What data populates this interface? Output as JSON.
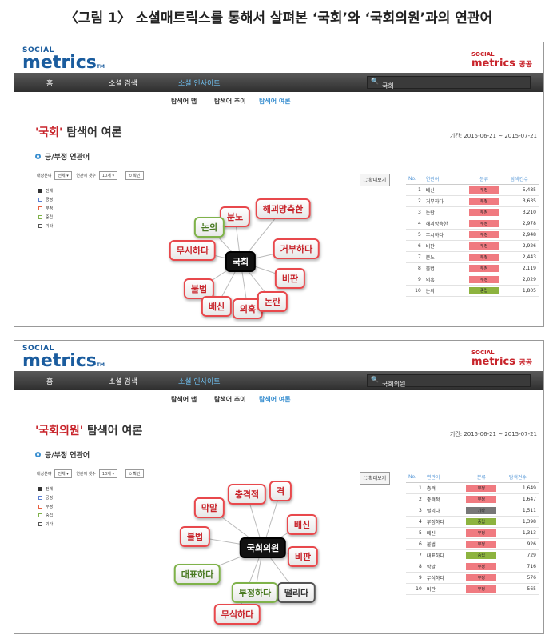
{
  "caption": "〈그림 1〉 소셜매트릭스를 통해서 살펴본 ‘국회’와 ‘국회의원’과의 연관어",
  "colors": {
    "negative": "#f07a80",
    "neutral": "#8db33f",
    "other": "#777777",
    "accent": "#3a8fd0"
  },
  "common": {
    "logo_small": "SOCIAL",
    "logo_big": "metrics",
    "logo_tm": "TM",
    "right_logo": "metrics",
    "right_suffix": "공공",
    "nav": [
      "홈",
      "소셜 검색",
      "소셜 인사이트"
    ],
    "subnav": [
      "탐색어 맵",
      "탐색어 추이",
      "탐색어 여론"
    ],
    "section": "긍/부정 연관어",
    "ctl_label1": "대상분야",
    "ctl_val1": "전체",
    "ctl_label2": "연관어 갯수",
    "ctl_val2": "10개",
    "confirm": "확인",
    "legend": [
      "전체",
      "긍정",
      "부정",
      "중립",
      "기타"
    ],
    "expand": "확대보기",
    "headers": [
      "No.",
      "연관어",
      "분류",
      "탐색건수"
    ],
    "title_suffix": " 탐색어 여론",
    "period": "기간: 2015-06-21 ~ 2015-07-21"
  },
  "panels": [
    {
      "search": "국회",
      "keyword": "'국회'",
      "center": "국회",
      "nodes": [
        "분노",
        "해괴망측한",
        "논의",
        "무시하다",
        "거부하다",
        "비판",
        "불법",
        "배신",
        "의혹",
        "논란"
      ],
      "rows": [
        [
          "1",
          "배신",
          "부정",
          "5,485"
        ],
        [
          "2",
          "거부하다",
          "부정",
          "3,635"
        ],
        [
          "3",
          "논란",
          "부정",
          "3,210"
        ],
        [
          "4",
          "해괴망측한",
          "부정",
          "2,978"
        ],
        [
          "5",
          "무시하다",
          "부정",
          "2,948"
        ],
        [
          "6",
          "비판",
          "부정",
          "2,926"
        ],
        [
          "7",
          "분노",
          "부정",
          "2,443"
        ],
        [
          "8",
          "불법",
          "부정",
          "2,119"
        ],
        [
          "9",
          "의혹",
          "부정",
          "2,029"
        ],
        [
          "10",
          "논의",
          "중립",
          "1,805"
        ]
      ]
    },
    {
      "search": "국회의원",
      "keyword": "'국회의원'",
      "center": "국회의원",
      "nodes": [
        "격",
        "충격적",
        "막말",
        "배신",
        "불법",
        "비판",
        "대표하다",
        "떨리다",
        "부정하다",
        "무식하다"
      ],
      "rows": [
        [
          "1",
          "충격",
          "부정",
          "1,649"
        ],
        [
          "2",
          "충격적",
          "부정",
          "1,647"
        ],
        [
          "3",
          "떨리다",
          "기타",
          "1,511"
        ],
        [
          "4",
          "부정하다",
          "중립",
          "1,398"
        ],
        [
          "5",
          "배신",
          "부정",
          "1,313"
        ],
        [
          "6",
          "불법",
          "부정",
          "926"
        ],
        [
          "7",
          "대표하다",
          "중립",
          "729"
        ],
        [
          "8",
          "막말",
          "부정",
          "716"
        ],
        [
          "9",
          "무식하다",
          "부정",
          "576"
        ],
        [
          "10",
          "비판",
          "부정",
          "565"
        ]
      ]
    }
  ]
}
